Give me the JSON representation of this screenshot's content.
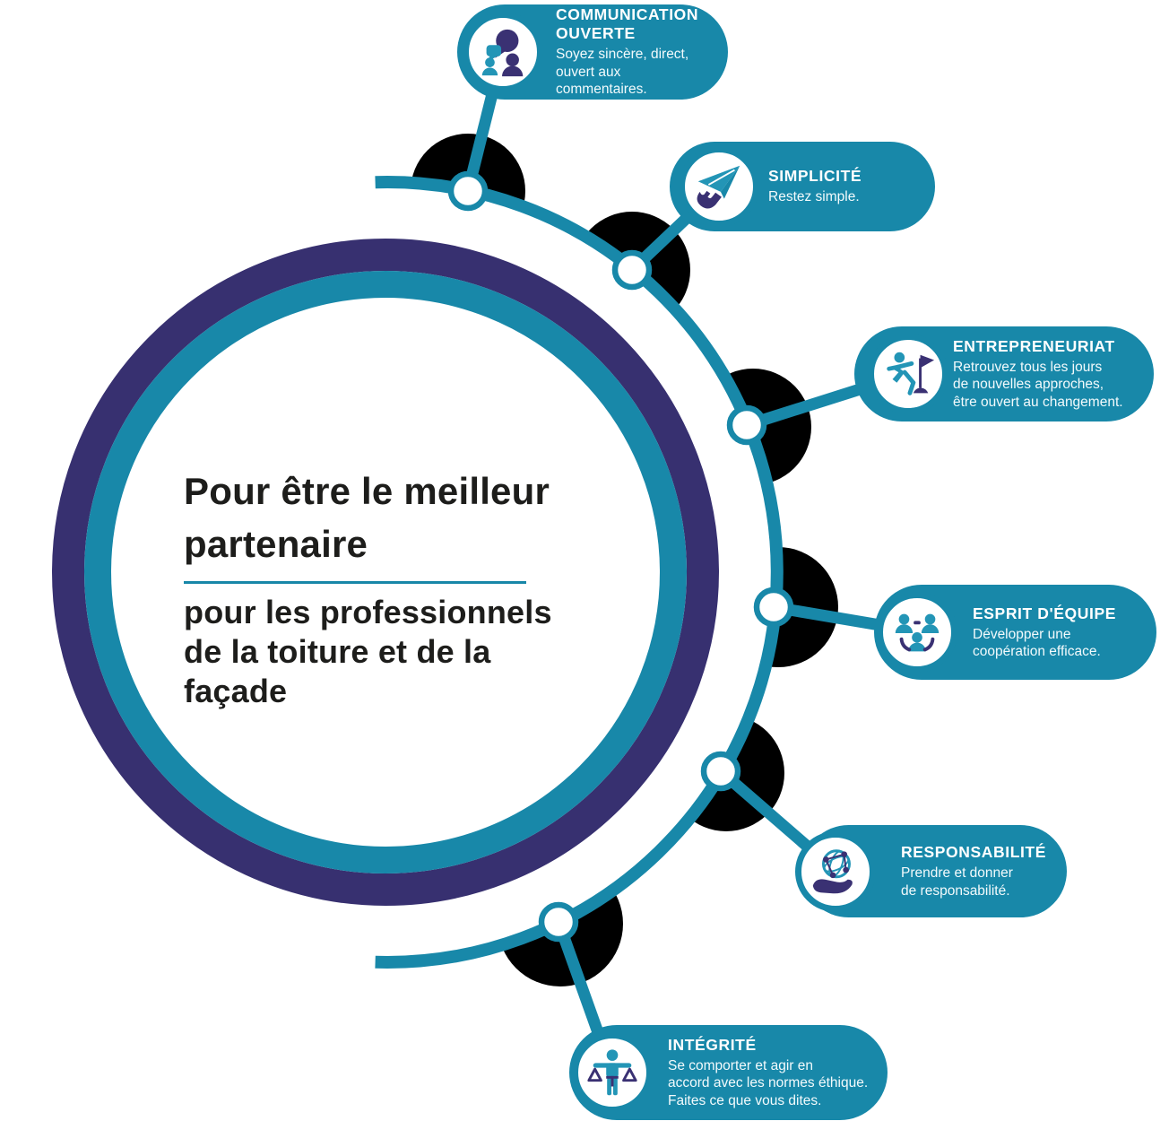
{
  "colors": {
    "teal": "#1888a9",
    "navy": "#373070",
    "icon_teal": "#2395b6",
    "icon_navy": "#3a3173",
    "black": "#000000",
    "text_dark": "#1d1d1b",
    "white": "#ffffff"
  },
  "center": {
    "title_lines": [
      "Pour être le meilleur",
      "partenaire"
    ],
    "subtitle_lines": [
      "pour les professionnels",
      "de la toiture et de la",
      "façade"
    ]
  },
  "values": [
    {
      "icon": "communication-icon",
      "title_lines": [
        "COMMUNICATION",
        "OUVERTE"
      ],
      "desc_lines": [
        "Soyez sincère, direct,",
        "ouvert aux commentaires."
      ]
    },
    {
      "icon": "simplicity-icon",
      "title_lines": [
        "SIMPLICITÉ"
      ],
      "desc_lines": [
        "Restez simple."
      ]
    },
    {
      "icon": "entrepreneurship-icon",
      "title_lines": [
        "ENTREPRENEURIAT"
      ],
      "desc_lines": [
        "Retrouvez tous les jours",
        "de nouvelles approches,",
        "être ouvert au changement."
      ]
    },
    {
      "icon": "team-icon",
      "title_lines": [
        "ESPRIT D'ÉQUIPE"
      ],
      "desc_lines": [
        "Développer une",
        "coopération efficace."
      ]
    },
    {
      "icon": "responsibility-icon",
      "title_lines": [
        "RESPONSABILITÉ"
      ],
      "desc_lines": [
        "Prendre et donner",
        "de responsabilité."
      ]
    },
    {
      "icon": "integrity-icon",
      "title_lines": [
        "INTÉGRITÉ"
      ],
      "desc_lines": [
        "Se comporter et agir en",
        "accord avec les normes éthique.",
        "Faites ce que vous dites."
      ]
    }
  ]
}
